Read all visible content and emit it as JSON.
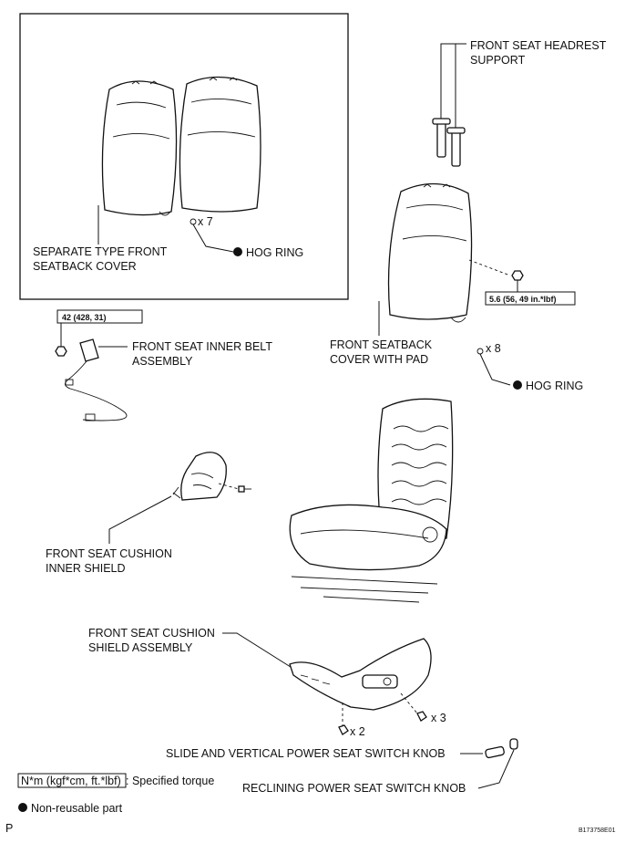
{
  "parts": {
    "headrest_support": [
      "FRONT SEAT HEADREST",
      "SUPPORT"
    ],
    "separate_cover": [
      "SEPARATE TYPE FRONT",
      "SEATBACK COVER"
    ],
    "hog_ring_1": "HOG RING",
    "hog_ring_1_qty": "x 7",
    "torque_seatback": "5.6 (56, 49 in.*lbf)",
    "torque_belt": "42 (428, 31)",
    "inner_belt": [
      "FRONT SEAT INNER BELT",
      "ASSEMBLY"
    ],
    "seatback_cover_pad": [
      "FRONT SEATBACK",
      "COVER WITH PAD"
    ],
    "hog_ring_2": "HOG RING",
    "hog_ring_2_qty": "x 8",
    "inner_shield": [
      "FRONT SEAT CUSHION",
      "INNER SHIELD"
    ],
    "shield_assembly": [
      "FRONT SEAT CUSHION",
      "SHIELD ASSEMBLY"
    ],
    "screw_qty_1": "x 3",
    "screw_qty_2": "x 2",
    "slide_knob": "SLIDE AND VERTICAL POWER SEAT SWITCH KNOB",
    "reclining_knob": "RECLINING POWER SEAT SWITCH KNOB"
  },
  "legend": {
    "torque_unit": "N*m (kgf*cm, ft.*lbf)",
    "torque_desc": ": Specified torque",
    "nonreusable": "Non-reusable part"
  },
  "footer": {
    "left_code": "P",
    "figure_id": "B173758E01"
  }
}
